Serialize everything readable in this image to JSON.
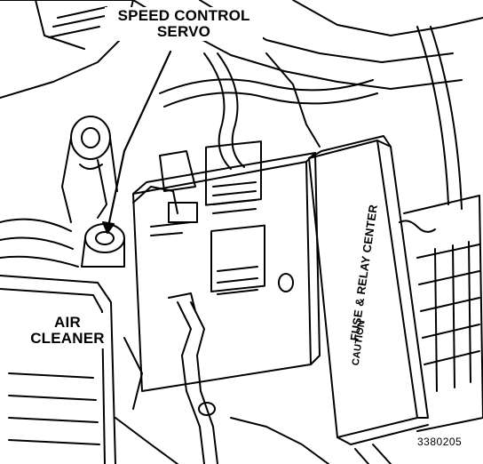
{
  "labels": {
    "speed_control_servo_line1": "SPEED CONTROL",
    "speed_control_servo_line2": "SERVO",
    "air_cleaner_line1": "AIR",
    "air_cleaner_line2": "CLEANER",
    "fuse_relay_center": "FUSE & RELAY CENTER",
    "fuse_relay_caution": "CAUTION",
    "figure_number": "3380205"
  },
  "colors": {
    "ink": "#000000",
    "paper": "#ffffff"
  }
}
